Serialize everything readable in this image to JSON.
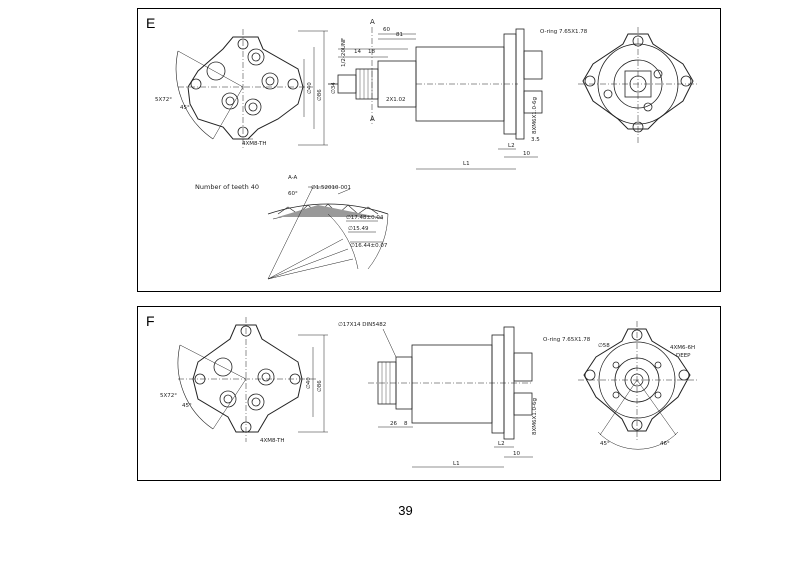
{
  "page_number": "39",
  "panel_e": {
    "letter": "E",
    "section_mark": "A",
    "section_title": "A-A",
    "teeth_label": "Number of teeth 40",
    "angle_60": "60°",
    "angle_45": "45°",
    "angle_5x72": "5X72°",
    "port_thread": "1/2-20UNF",
    "bolt_label": "4XM8-TH",
    "oring_label": "O-ring 7.65X1.78",
    "thread_label": "8XM6X1.0-6g",
    "dim_l1": "L1",
    "dim_l2": "L2",
    "dim_10": "10",
    "dim_60": "60",
    "dim_81": "81",
    "dim_14": "14",
    "dim_18": "18",
    "dim_3_5": "3.5",
    "dim_keyway": "∅1.52010-001",
    "dim_d17": "∅17.48±0.04",
    "dim_d15": "∅15.49",
    "dim_d16": "∅16.44±0.07",
    "dim_d86": "∅86",
    "dim_d40": "∅40",
    "dim_d34": "∅34",
    "dim_l2s": "2X1.02"
  },
  "panel_f": {
    "letter": "F",
    "spline_label": "∅17X14 DIN5482",
    "oring_label": "O-ring 7.65X1.78",
    "bolt_label": "4XM8-TH",
    "thread_label": "8XM6X1.0-6g",
    "dim_d58": "∅58",
    "dim_4xm6": "4XM6-6H",
    "dim_depth": "DEEP",
    "angle_5x72": "5X72°",
    "angle_45a": "45°",
    "angle_45b": "45°",
    "angle_46": "46°",
    "dim_l1": "L1",
    "dim_l2": "L2",
    "dim_10": "10",
    "dim_26": "26",
    "dim_8": "8",
    "dim_86": "∅86",
    "dim_d40": "∅40"
  }
}
